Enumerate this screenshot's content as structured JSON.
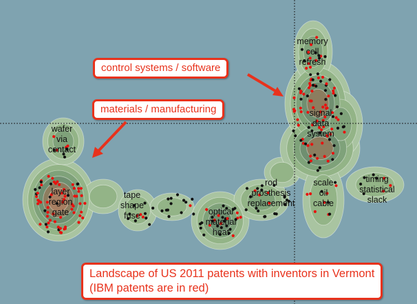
{
  "colors": {
    "sea": "#7fa3b0",
    "land_levels": [
      "#a9c4a1",
      "#93b487",
      "#7fa27a",
      "#6f8f70",
      "#8c7d5f",
      "#a87f62"
    ],
    "callout_red": "#e8321c",
    "ibm_point": "#e8110e",
    "other_point": "#111111"
  },
  "labels": {
    "wafer": "wafer\nvia\ncontact",
    "layer": "layer\nregion\ngate",
    "tape": "tape\nshape\nfuse",
    "optical": "optical\nmaterial\nheat",
    "rod": "rod\nprosthesis\nreplacement",
    "scale": "scale\noil\ncable",
    "timing": "timing\nstatistical\nslack",
    "memory": "memory\ncell\nrefresh",
    "signal": "signal\ndata\nsystem"
  },
  "callouts": {
    "control": "control systems / software",
    "materials": "materials / manufacturing",
    "caption_line1": "Landscape of US 2011 patents with inventors in Vermont",
    "caption_line2": "(IBM patents are in red)"
  }
}
